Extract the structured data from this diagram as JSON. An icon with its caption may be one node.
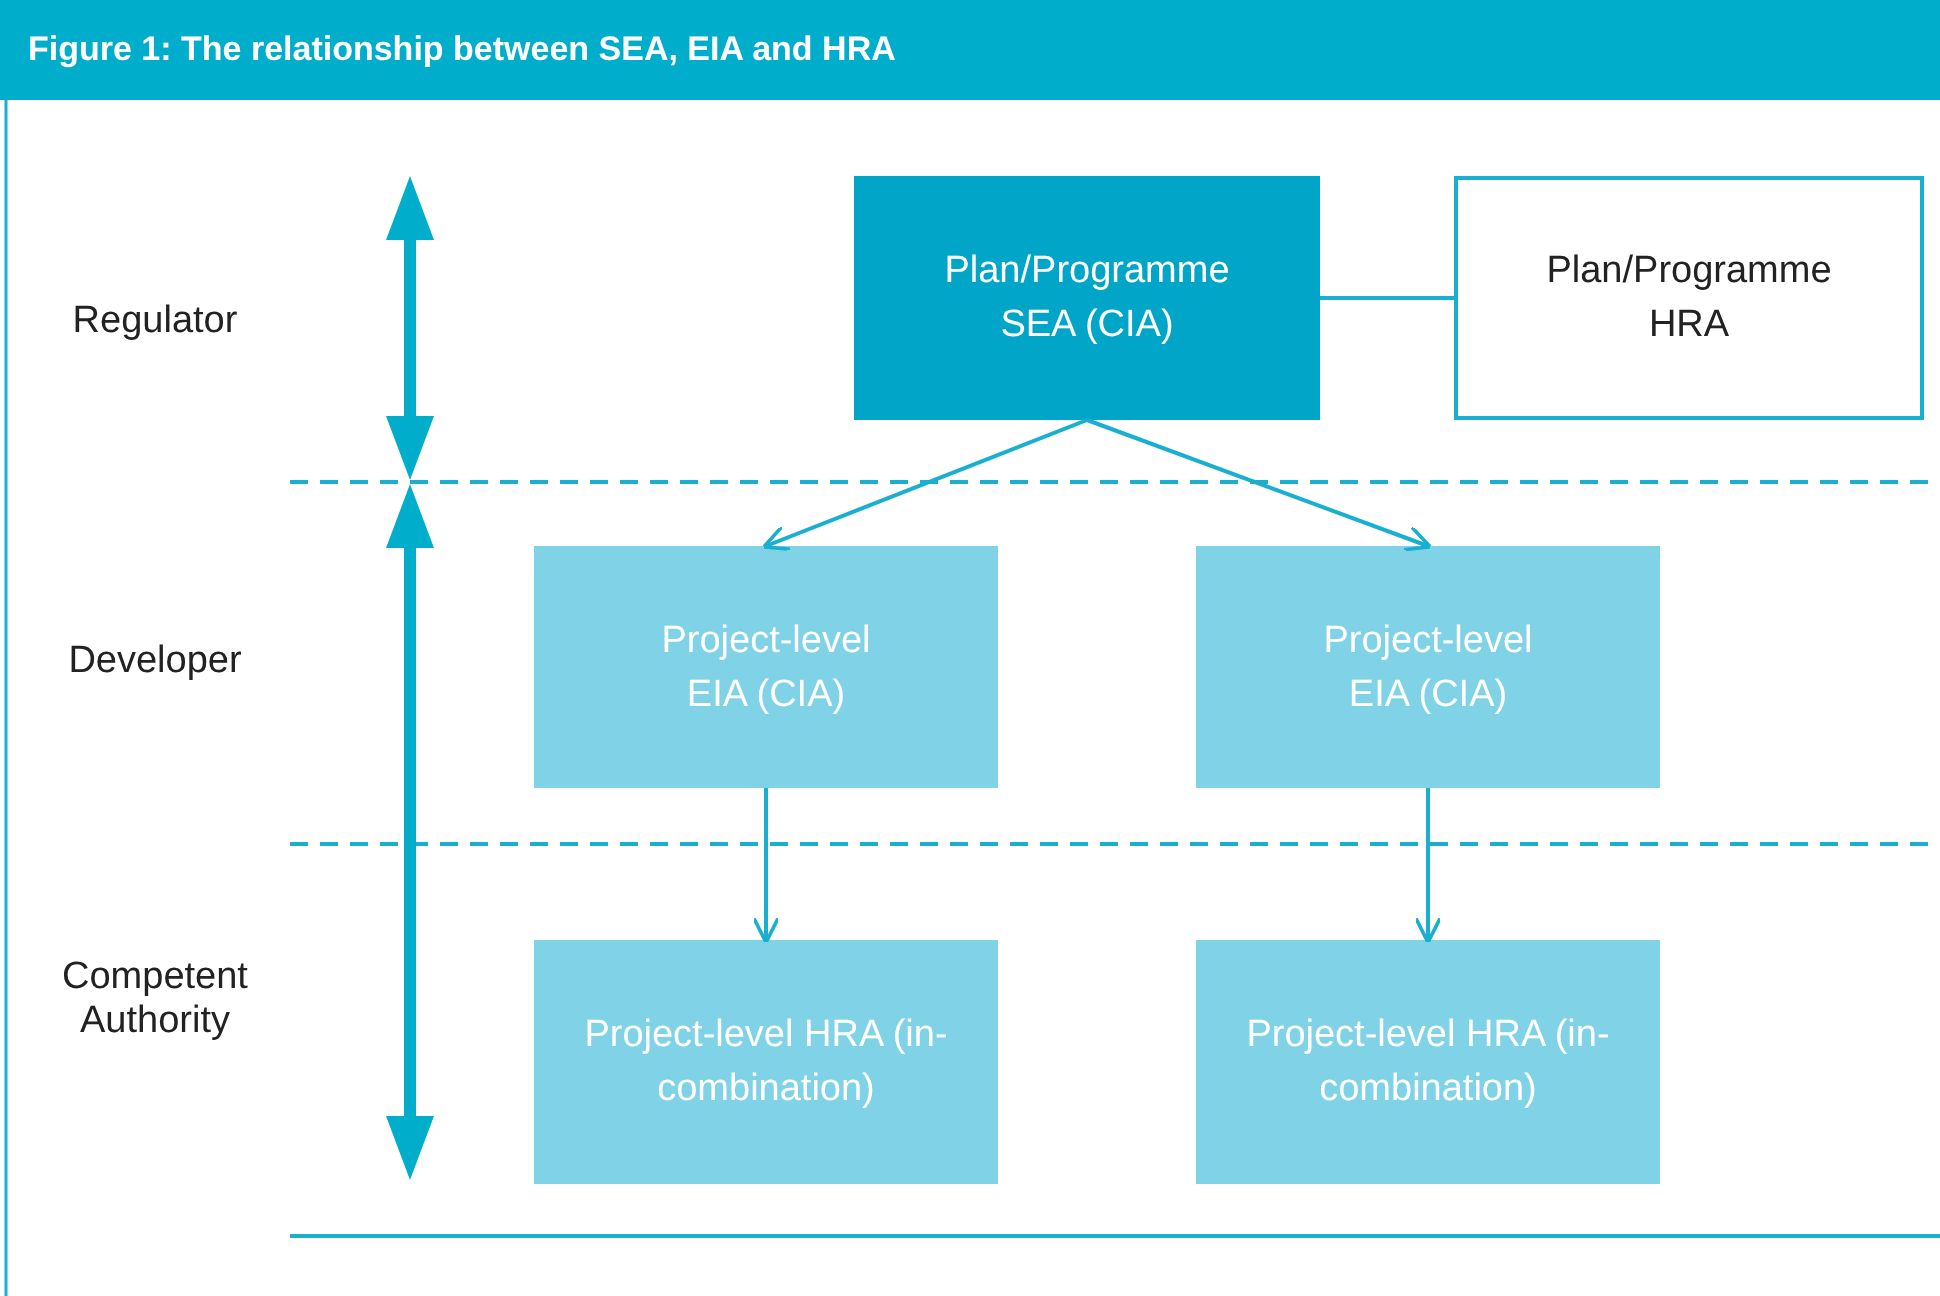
{
  "diagram": {
    "title": "Figure 1: The relationship between SEA, EIA and HRA",
    "nodes": [
      {
        "text": [
          "Plan/Programme SEA (CIA)"
        ]
      },
      {
        "text": [
          "Plan/Programme HRA"
        ]
      },
      {
        "text": [
          "Project-level EIA (CIA)"
        ]
      },
      {
        "text": [
          "Project-level EIA (CIA)"
        ]
      },
      {
        "text": [
          "Project-level HRA (in-combination)"
        ]
      },
      {
        "text": [
          "Project-level HRA (in-combination)"
        ]
      }
    ],
    "edges": [
      {
        "from": 0,
        "to": 1,
        "arrow": "none"
      },
      {
        "from": 0,
        "to": 2,
        "arrow": "to"
      },
      {
        "from": 0,
        "to": 3,
        "arrow": "to"
      },
      {
        "from": 2,
        "to": 4,
        "arrow": "to"
      },
      {
        "from": 3,
        "to": 5,
        "arrow": "to"
      }
    ],
    "labels": [
      "Regulator",
      "Developer",
      "Competent Authority"
    ]
  }
}
